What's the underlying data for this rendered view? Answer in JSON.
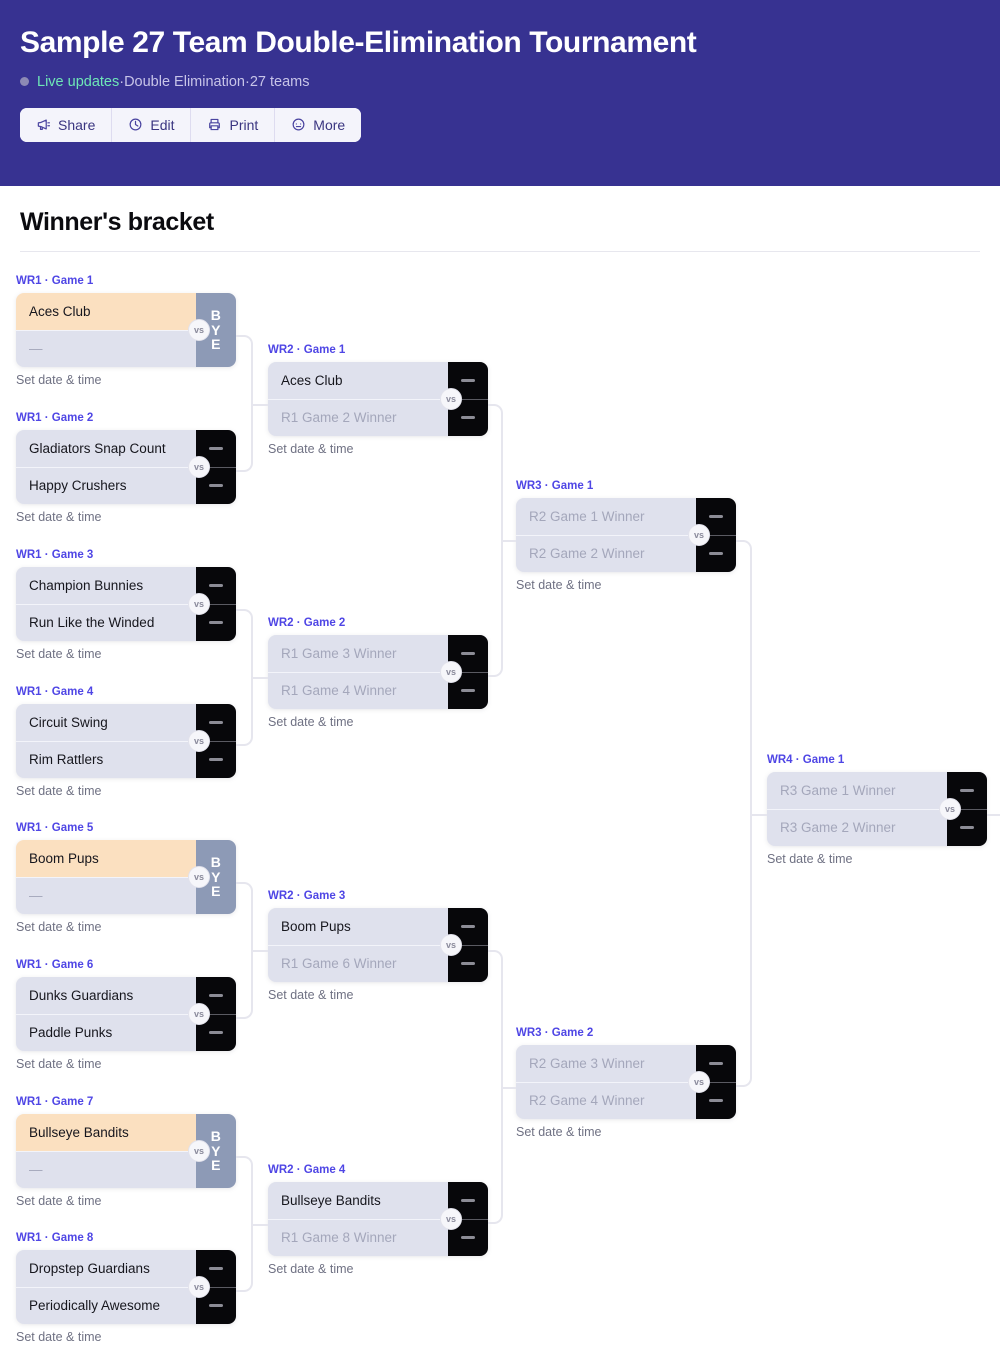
{
  "header": {
    "title": "Sample 27 Team Double-Elimination Tournament",
    "live_label": "Live updates",
    "sep1": " · ",
    "format": "Double Elimination",
    "sep2": " · ",
    "team_count": "27 teams",
    "accent_color": "#373291",
    "live_color": "#6ee7b7",
    "toolbar": [
      {
        "label": "Share",
        "icon": "megaphone-icon"
      },
      {
        "label": "Edit",
        "icon": "clock-icon"
      },
      {
        "label": "Print",
        "icon": "printer-icon"
      },
      {
        "label": "More",
        "icon": "ellipsis-circle-icon"
      }
    ]
  },
  "bracket": {
    "title": "Winner's bracket",
    "set_time_label": "Set date & time",
    "vs_label": "vs",
    "bye_letters": [
      "B",
      "Y",
      "E"
    ],
    "matches": [
      {
        "id": "wr1g1",
        "label": "WR1 · Game 1",
        "top": "Aces Club",
        "bottom": "—",
        "top_state": "win",
        "bottom_state": "empty",
        "score": "bye"
      },
      {
        "id": "wr1g2",
        "label": "WR1 · Game 2",
        "top": "Gladiators Snap Count",
        "bottom": "Happy Crushers",
        "top_state": "team",
        "bottom_state": "team",
        "score": "pending"
      },
      {
        "id": "wr1g3",
        "label": "WR1 · Game 3",
        "top": "Champion Bunnies",
        "bottom": "Run Like the Winded",
        "top_state": "team",
        "bottom_state": "team",
        "score": "pending"
      },
      {
        "id": "wr1g4",
        "label": "WR1 · Game 4",
        "top": "Circuit Swing",
        "bottom": "Rim Rattlers",
        "top_state": "team",
        "bottom_state": "team",
        "score": "pending"
      },
      {
        "id": "wr1g5",
        "label": "WR1 · Game 5",
        "top": "Boom Pups",
        "bottom": "—",
        "top_state": "win",
        "bottom_state": "empty",
        "score": "bye"
      },
      {
        "id": "wr1g6",
        "label": "WR1 · Game 6",
        "top": "Dunks Guardians",
        "bottom": "Paddle Punks",
        "top_state": "team",
        "bottom_state": "team",
        "score": "pending"
      },
      {
        "id": "wr1g7",
        "label": "WR1 · Game 7",
        "top": "Bullseye Bandits",
        "bottom": "—",
        "top_state": "win",
        "bottom_state": "empty",
        "score": "bye"
      },
      {
        "id": "wr1g8",
        "label": "WR1 · Game 8",
        "top": "Dropstep Guardians",
        "bottom": "Periodically Awesome",
        "top_state": "team",
        "bottom_state": "team",
        "score": "pending"
      },
      {
        "id": "wr2g1",
        "label": "WR2 · Game 1",
        "top": "Aces Club",
        "bottom": "R1 Game 2 Winner",
        "top_state": "team",
        "bottom_state": "placeholder",
        "score": "pending"
      },
      {
        "id": "wr2g2",
        "label": "WR2 · Game 2",
        "top": "R1 Game 3 Winner",
        "bottom": "R1 Game 4 Winner",
        "top_state": "placeholder",
        "bottom_state": "placeholder",
        "score": "pending"
      },
      {
        "id": "wr2g3",
        "label": "WR2 · Game 3",
        "top": "Boom Pups",
        "bottom": "R1 Game 6 Winner",
        "top_state": "team",
        "bottom_state": "placeholder",
        "score": "pending"
      },
      {
        "id": "wr2g4",
        "label": "WR2 · Game 4",
        "top": "Bullseye Bandits",
        "bottom": "R1 Game 8 Winner",
        "top_state": "team",
        "bottom_state": "placeholder",
        "score": "pending"
      },
      {
        "id": "wr3g1",
        "label": "WR3 · Game 1",
        "top": "R2 Game 1 Winner",
        "bottom": "R2 Game 2 Winner",
        "top_state": "placeholder",
        "bottom_state": "placeholder",
        "score": "pending"
      },
      {
        "id": "wr3g2",
        "label": "WR3 · Game 2",
        "top": "R2 Game 3 Winner",
        "bottom": "R2 Game 4 Winner",
        "top_state": "placeholder",
        "bottom_state": "placeholder",
        "score": "pending"
      },
      {
        "id": "wr4g1",
        "label": "WR4 · Game 1",
        "top": "R3 Game 1 Winner",
        "bottom": "R3 Game 2 Winner",
        "top_state": "placeholder",
        "bottom_state": "placeholder",
        "score": "pending"
      }
    ]
  }
}
